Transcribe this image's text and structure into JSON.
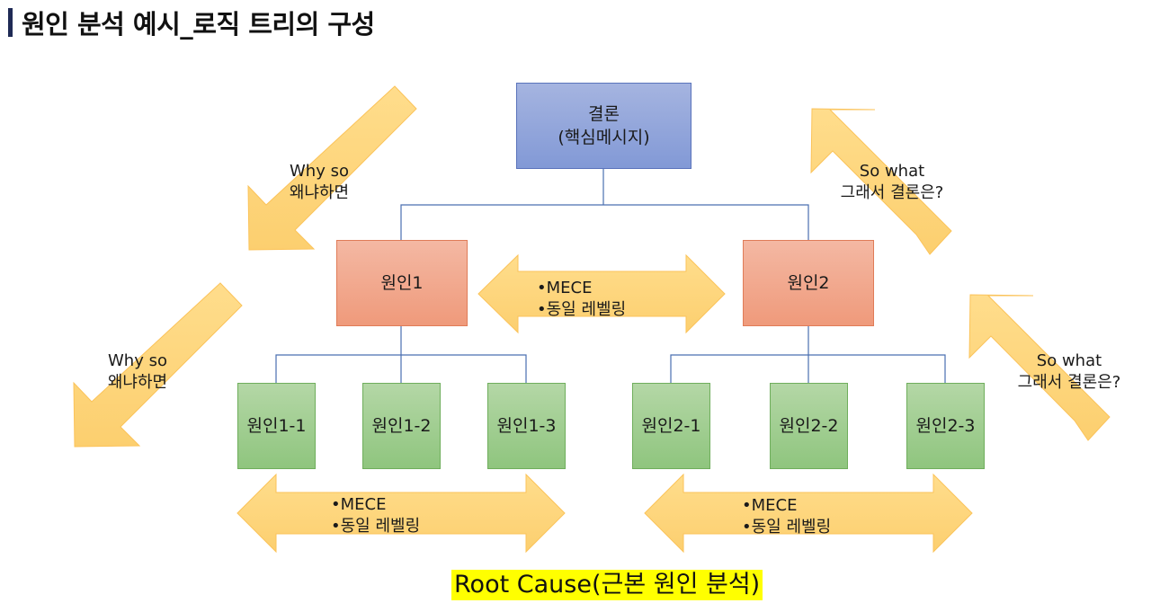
{
  "page": {
    "title": "원인 분석 예시_로직 트리의 구성"
  },
  "nodes": {
    "conclusion": {
      "line1": "결론",
      "line2": "(핵심메시지)"
    },
    "cause1": "원인1",
    "cause2": "원인2",
    "cause1_1": "원인1-1",
    "cause1_2": "원인1-2",
    "cause1_3": "원인1-3",
    "cause2_1": "원인2-1",
    "cause2_2": "원인2-2",
    "cause2_3": "원인2-3"
  },
  "arrows": {
    "why_so_1": {
      "line1": "Why so",
      "line2": "왜냐하면"
    },
    "why_so_2": {
      "line1": "Why so",
      "line2": "왜냐하면"
    },
    "so_what_1": {
      "line1": "So what",
      "line2": "그래서 결론은?"
    },
    "so_what_2": {
      "line1": "So what",
      "line2": "그래서 결론은?"
    },
    "mece_top": {
      "line1": "•MECE",
      "line2": "•동일 레벨링"
    },
    "mece_left": {
      "line1": "•MECE",
      "line2": "•동일 레벨링"
    },
    "mece_right": {
      "line1": "•MECE",
      "line2": "•동일 레벨링"
    }
  },
  "footer": {
    "root_cause": "Root Cause(근본 원인 분석)"
  },
  "colors": {
    "arrow_fill": "#ffd67a",
    "arrow_edge": "#fbc35a",
    "connector": "#4a6fb0",
    "highlight": "#ffff00",
    "title_bar": "#1f2a55"
  }
}
